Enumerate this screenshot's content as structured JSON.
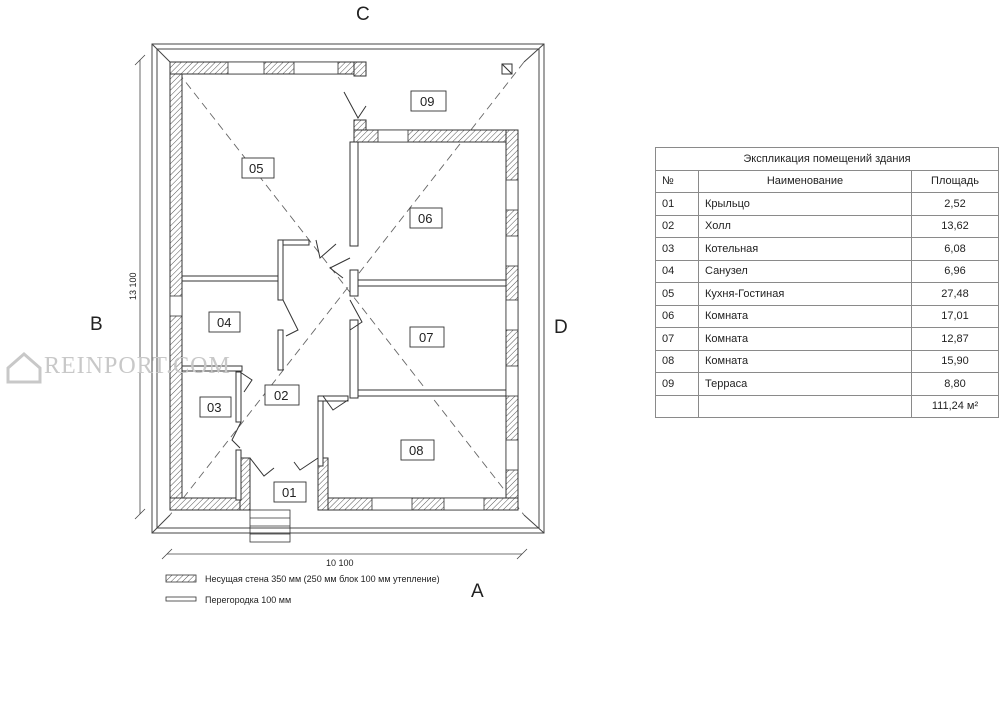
{
  "axes": {
    "top": "C",
    "left": "B",
    "right": "D",
    "bottom": "A"
  },
  "dimensions": {
    "width": "10 100",
    "height": "13 100"
  },
  "watermark": "REINPORT.COM",
  "rooms": [
    "01",
    "02",
    "03",
    "04",
    "05",
    "06",
    "07",
    "08",
    "09"
  ],
  "legend": {
    "bearing_wall": "Несущая стена 350 мм (250 мм блок 100 мм утепление)",
    "partition": "Перегородка 100 мм"
  },
  "explication": {
    "title": "Экспликация помещений здания",
    "headers": {
      "num": "№",
      "name": "Наименование",
      "area": "Площадь"
    },
    "rows": [
      {
        "num": "01",
        "name": "Крыльцо",
        "area": "2,52"
      },
      {
        "num": "02",
        "name": "Холл",
        "area": "13,62"
      },
      {
        "num": "03",
        "name": "Котельная",
        "area": "6,08"
      },
      {
        "num": "04",
        "name": "Санузел",
        "area": "6,96"
      },
      {
        "num": "05",
        "name": "Кухня-Гостиная",
        "area": "27,48"
      },
      {
        "num": "06",
        "name": "Комната",
        "area": "17,01"
      },
      {
        "num": "07",
        "name": "Комната",
        "area": "12,87"
      },
      {
        "num": "08",
        "name": "Комната",
        "area": "15,90"
      },
      {
        "num": "09",
        "name": "Терраса",
        "area": "8,80"
      }
    ],
    "total": "111,24 м²"
  }
}
